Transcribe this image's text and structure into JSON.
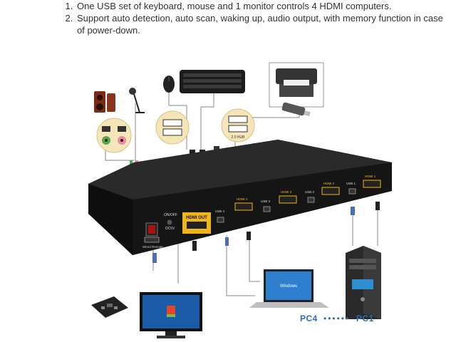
{
  "features": [
    "One USB set of keyboard, mouse and 1 monitor controls 4 HDMI computers.",
    "Support auto detection, auto scan, waking up, audio output, with memory function in case of power-down."
  ],
  "device": {
    "hdmi_out_label": "HDMI OUT",
    "power_label": "ON/OFF",
    "dc_label": "DC5V",
    "wired_remote_label": "Wired Remote",
    "hub_label": "2.0 HUB",
    "ports": [
      {
        "usb": "USB 4",
        "hdmi": "HDMI 4"
      },
      {
        "usb": "USB 3",
        "hdmi": "HDMI 3"
      },
      {
        "usb": "USB 2",
        "hdmi": "HDMI 2"
      },
      {
        "usb": "USB 1",
        "hdmi": "HDMI 1"
      }
    ]
  },
  "computers": {
    "left_label": "PC4",
    "separator": "••••••",
    "right_label": "PC1",
    "laptop_screen_text": "Windows"
  },
  "colors": {
    "accent": "#2a6fb5",
    "device_body": "#1a1a1a",
    "hdmi_gold": "#f1b51c",
    "cable": "#666666"
  }
}
